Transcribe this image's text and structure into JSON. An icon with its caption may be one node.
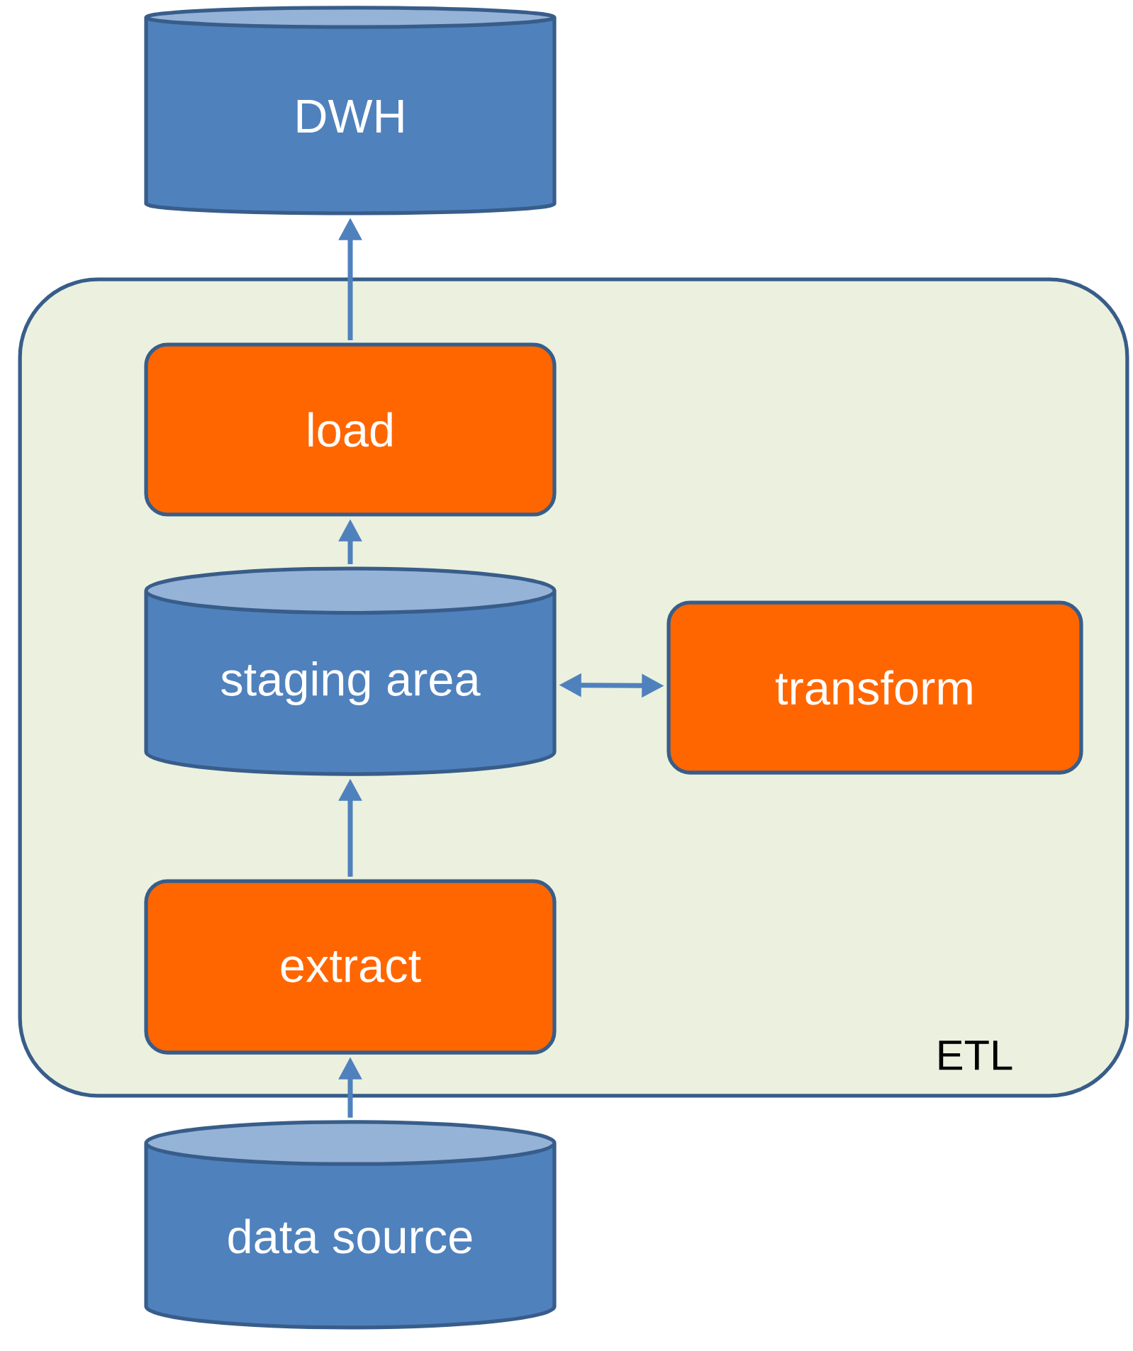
{
  "diagram": {
    "nodes": [
      {
        "text": [
          "DWH"
        ]
      },
      {
        "text": [
          "ETL"
        ]
      },
      {
        "text": [
          "load"
        ],
        "in": 1
      },
      {
        "text": [
          "staging area"
        ],
        "in": 1
      },
      {
        "text": [
          "transform"
        ],
        "in": 1
      },
      {
        "text": [
          "extract"
        ],
        "in": 1
      },
      {
        "text": [
          "data source"
        ]
      }
    ],
    "edges": [
      {
        "from": 2,
        "to": 0,
        "arrow": "to"
      },
      {
        "from": 3,
        "to": 2,
        "arrow": "to"
      },
      {
        "from": 3,
        "to": 4,
        "arrow": "both"
      },
      {
        "from": 5,
        "to": 3,
        "arrow": "to"
      },
      {
        "from": 6,
        "to": 5,
        "arrow": "to"
      }
    ]
  }
}
